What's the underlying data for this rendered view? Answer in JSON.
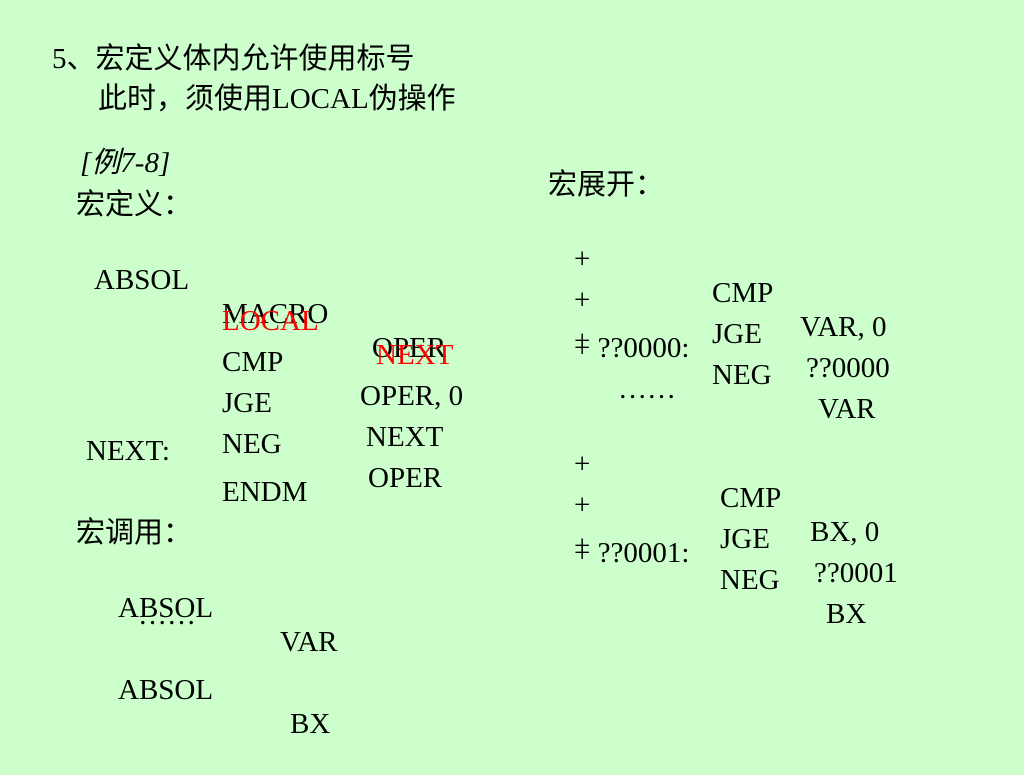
{
  "heading": {
    "line1": "5、宏定义体内允许使用标号",
    "line2": "此时，须使用LOCAL伪操作"
  },
  "left": {
    "example_label": "[例7-8]",
    "macro_def_label": "宏定义：",
    "def_lines": [
      {
        "label": "ABSOL",
        "op": "MACRO",
        "arg": "OPER"
      },
      {
        "label": "",
        "op": "LOCAL",
        "arg": "NEXT"
      },
      {
        "label": "",
        "op": "CMP",
        "arg": "OPER, 0"
      },
      {
        "label": "",
        "op": "JGE",
        "arg": "NEXT"
      },
      {
        "label": "",
        "op": "NEG",
        "arg": "OPER"
      }
    ],
    "next_label": "NEXT:",
    "endm": "ENDM",
    "macro_call_label": "宏调用：",
    "call1": {
      "name": "ABSOL",
      "arg": "VAR"
    },
    "ellipsis": "……",
    "call2": {
      "name": "ABSOL",
      "arg": "BX"
    }
  },
  "right": {
    "expand_label": "宏展开：",
    "group1": [
      {
        "plus": "+",
        "op": "CMP",
        "arg": "VAR, 0"
      },
      {
        "plus": "+",
        "op": "JGE",
        "arg": "??0000"
      },
      {
        "plus": "+",
        "op": "NEG",
        "arg": "VAR"
      }
    ],
    "label1": "+ ??0000:",
    "ellipsis": "……",
    "group2": [
      {
        "plus": "+",
        "op": "CMP",
        "arg": "BX, 0"
      },
      {
        "plus": "+",
        "op": "JGE",
        "arg": "??0001"
      },
      {
        "plus": "+",
        "op": "NEG",
        "arg": "BX"
      }
    ],
    "label2": "+ ??0001:"
  },
  "colors": {
    "background": "#ccffcc",
    "highlight": "#ff0000"
  }
}
